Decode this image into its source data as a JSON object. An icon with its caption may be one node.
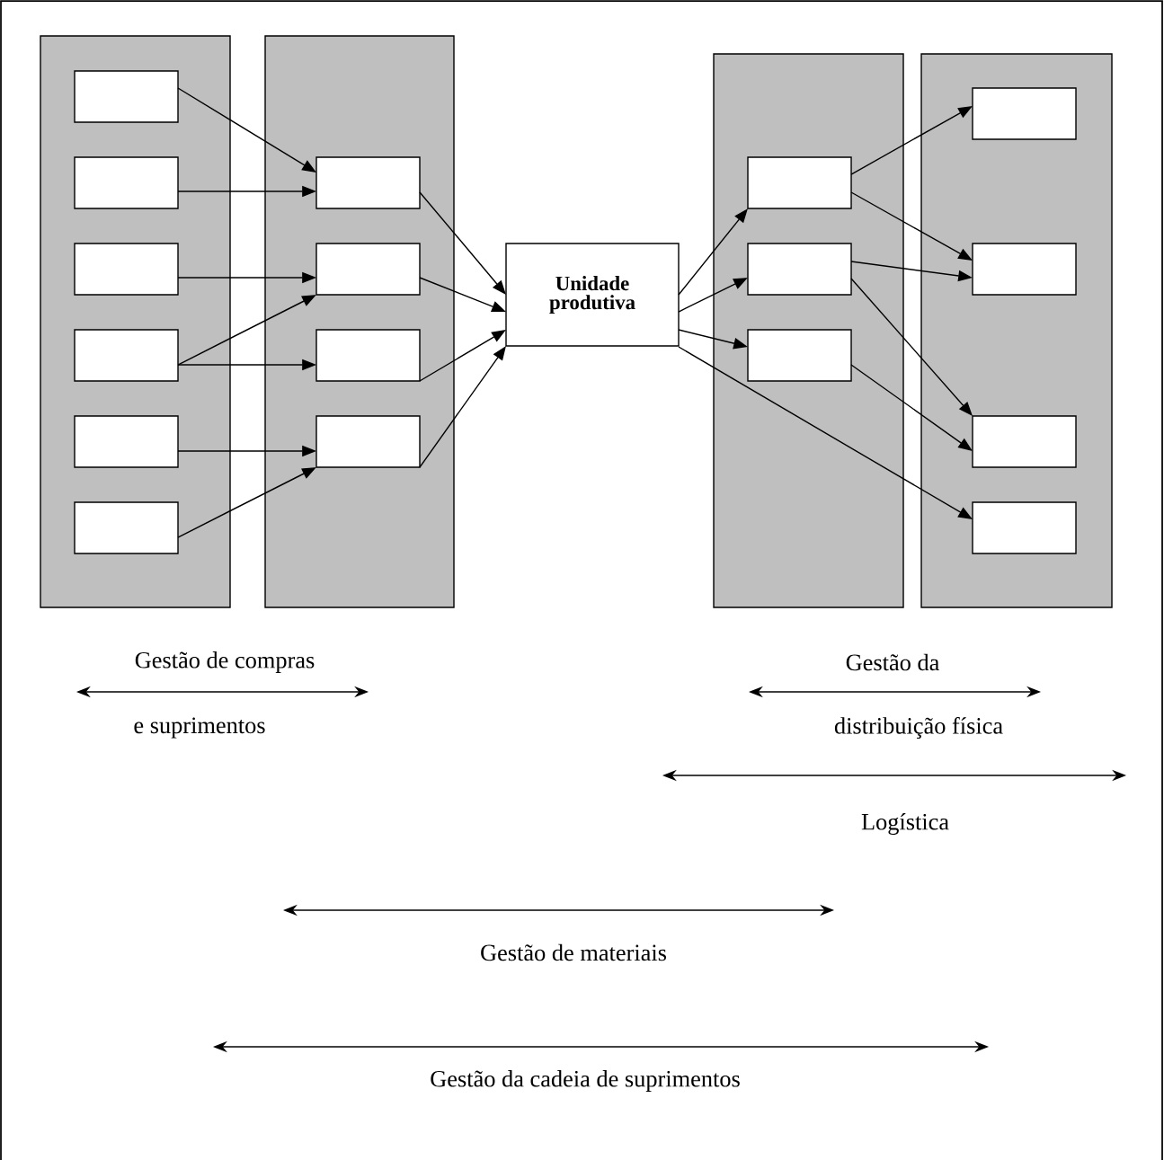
{
  "diagram": {
    "nodes": [
      {
        "text": [],
        "shape": "box"
      },
      {
        "text": [],
        "shape": "box",
        "in": 0
      },
      {
        "text": [],
        "shape": "box",
        "in": 0
      },
      {
        "text": [],
        "shape": "box",
        "in": 0
      },
      {
        "text": [],
        "shape": "box",
        "in": 0
      },
      {
        "text": [],
        "shape": "box",
        "in": 0
      },
      {
        "text": [],
        "shape": "box",
        "in": 0
      },
      {
        "text": [],
        "shape": "box"
      },
      {
        "text": [],
        "shape": "box",
        "in": 7
      },
      {
        "text": [],
        "shape": "box",
        "in": 7
      },
      {
        "text": [],
        "shape": "box",
        "in": 7
      },
      {
        "text": [],
        "shape": "box",
        "in": 7
      },
      {
        "text": [
          "Unidade produtiva"
        ]
      },
      {
        "text": [],
        "shape": "box"
      },
      {
        "text": [],
        "shape": "box",
        "in": 13
      },
      {
        "text": [],
        "shape": "box",
        "in": 13
      },
      {
        "text": [],
        "shape": "box",
        "in": 13
      },
      {
        "text": [],
        "shape": "box"
      },
      {
        "text": [],
        "shape": "box",
        "in": 17
      },
      {
        "text": [],
        "shape": "box",
        "in": 17
      },
      {
        "text": [],
        "shape": "box",
        "in": 17
      },
      {
        "text": [],
        "shape": "box",
        "in": 17
      }
    ],
    "edges": [
      {
        "from": 1,
        "to": 8,
        "arrow": "to"
      },
      {
        "from": 2,
        "to": 8,
        "arrow": "to"
      },
      {
        "from": 3,
        "to": 9,
        "arrow": "to"
      },
      {
        "from": 4,
        "to": 9,
        "arrow": "to"
      },
      {
        "from": 4,
        "to": 10,
        "arrow": "to"
      },
      {
        "from": 5,
        "to": 11,
        "arrow": "to"
      },
      {
        "from": 6,
        "to": 11,
        "arrow": "to"
      },
      {
        "from": 8,
        "to": 12,
        "arrow": "to"
      },
      {
        "from": 9,
        "to": 12,
        "arrow": "to"
      },
      {
        "from": 10,
        "to": 12,
        "arrow": "to"
      },
      {
        "from": 11,
        "to": 12,
        "arrow": "to"
      },
      {
        "from": 12,
        "to": 14,
        "arrow": "to"
      },
      {
        "from": 12,
        "to": 15,
        "arrow": "to"
      },
      {
        "from": 12,
        "to": 16,
        "arrow": "to"
      },
      {
        "from": 12,
        "to": 21,
        "arrow": "to"
      },
      {
        "from": 14,
        "to": 18,
        "arrow": "to"
      },
      {
        "from": 14,
        "to": 19,
        "arrow": "to"
      },
      {
        "from": 15,
        "to": 19,
        "arrow": "to"
      },
      {
        "from": 15,
        "to": 20,
        "arrow": "to"
      },
      {
        "from": 16,
        "to": 20,
        "arrow": "to"
      }
    ],
    "labels": [
      "Gestão de compras",
      "Gestão da",
      "e suprimentos",
      "distribuição física",
      "Logística",
      "Gestão de materiais",
      "Gestão da cadeia de suprimentos"
    ]
  }
}
